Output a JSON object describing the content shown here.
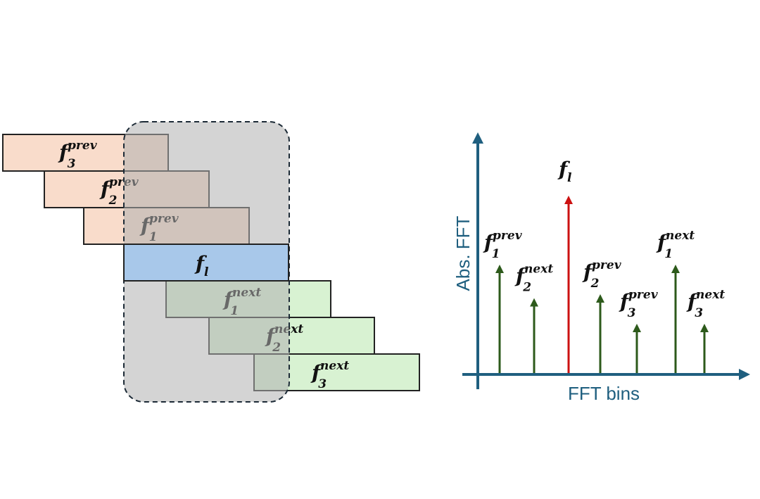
{
  "frames": {
    "prev3": {
      "base": "f",
      "sub": "3",
      "sup": "prev"
    },
    "prev2": {
      "base": "f",
      "sub": "2",
      "sup": "prev"
    },
    "prev1": {
      "base": "f",
      "sub": "1",
      "sup": "prev"
    },
    "current": {
      "base": "f",
      "sub": "l"
    },
    "next1": {
      "base": "f",
      "sub": "1",
      "sup": "next"
    },
    "next2": {
      "base": "f",
      "sub": "2",
      "sup": "next"
    },
    "next3": {
      "base": "f",
      "sub": "3",
      "sup": "next"
    }
  },
  "spectrum": {
    "xlabel": "FFT bins",
    "ylabel": "Abs. FFT",
    "peaks": [
      {
        "key": "prev1",
        "base": "f",
        "sub": "1",
        "sup": "prev",
        "magnitude": 0.55,
        "bin": 1
      },
      {
        "key": "next2",
        "base": "f",
        "sub": "2",
        "sup": "next",
        "magnitude": 0.38,
        "bin": 2
      },
      {
        "key": "current",
        "base": "f",
        "sub": "l",
        "magnitude": 0.9,
        "bin": 3
      },
      {
        "key": "prev2",
        "base": "f",
        "sub": "2",
        "sup": "prev",
        "magnitude": 0.4,
        "bin": 4
      },
      {
        "key": "prev3",
        "base": "f",
        "sub": "3",
        "sup": "prev",
        "magnitude": 0.25,
        "bin": 5
      },
      {
        "key": "next1",
        "base": "f",
        "sub": "1",
        "sup": "next",
        "magnitude": 0.55,
        "bin": 6
      },
      {
        "key": "next3",
        "base": "f",
        "sub": "3",
        "sup": "next",
        "magnitude": 0.25,
        "bin": 7
      }
    ]
  },
  "colors": {
    "prev": "#f9dccb",
    "next": "#d8f2d2",
    "current": "#a8c8ea",
    "window": "#b0b0b0",
    "axis": "#1f5f7f",
    "peak": "#2d5a1b",
    "peak_main": "#cc1111"
  }
}
